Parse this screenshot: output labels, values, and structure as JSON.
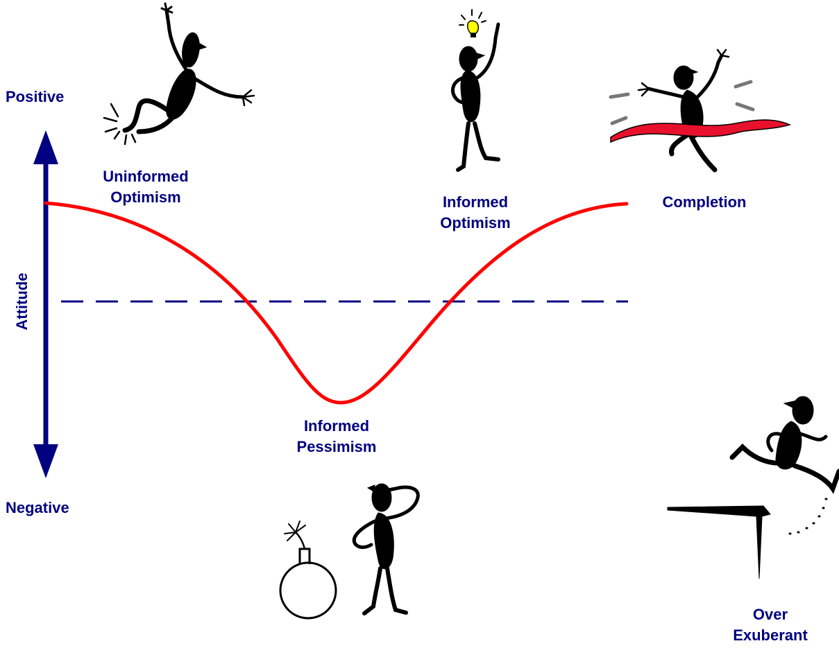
{
  "axis": {
    "label": "Attitude",
    "top_label": "Positive",
    "bottom_label": "Negative"
  },
  "stages": {
    "uninformed_optimism": {
      "line1": "Uninformed",
      "line2": "Optimism"
    },
    "informed_optimism": {
      "line1": "Informed",
      "line2": "Optimism"
    },
    "completion": {
      "line1": "Completion"
    },
    "informed_pessimism": {
      "line1": "Informed",
      "line2": "Pessimism"
    },
    "over_exuberant": {
      "line1": "Over",
      "line2": "Exuberant"
    }
  },
  "colors": {
    "text": "#000080",
    "axis": "#000080",
    "curve": "#ff0000",
    "baseline": "#000080",
    "ribbon": "#e8112d",
    "bulb": "#ffff00",
    "figure": "#000000"
  },
  "icons": [
    "jumping-figure-icon",
    "idea-figure-icon",
    "finish-line-figure-icon",
    "bomb-figure-icon",
    "hurdle-figure-icon"
  ]
}
